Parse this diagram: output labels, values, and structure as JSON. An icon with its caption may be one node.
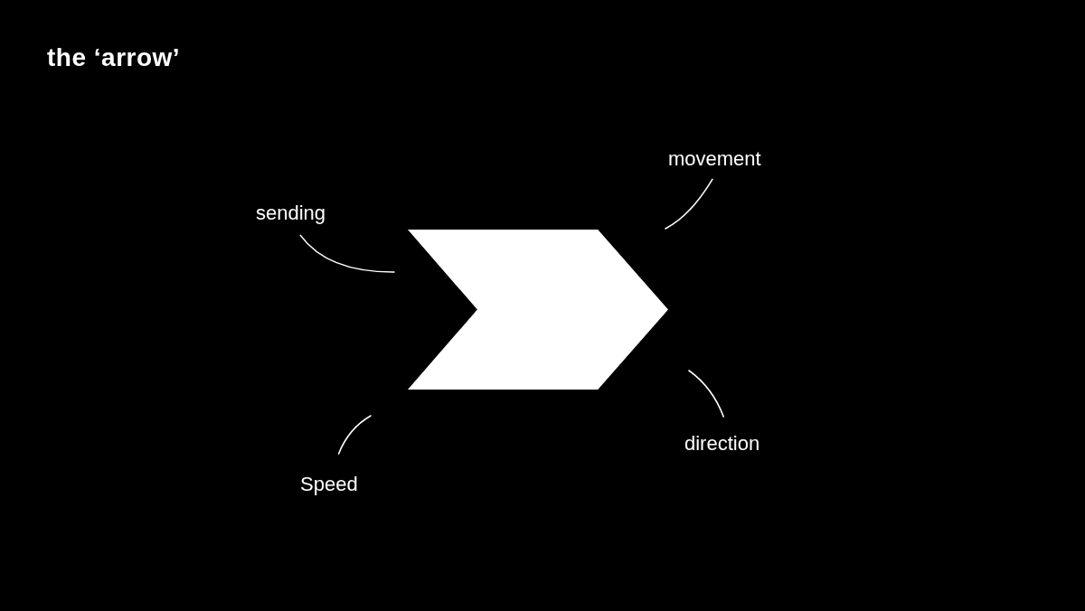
{
  "diagram": {
    "title": "the ‘arrow’",
    "nodes": [
      {
        "text": [
          "movement"
        ]
      },
      {
        "text": [
          "sending"
        ]
      },
      {
        "text": [],
        "shape": "chevron"
      },
      {
        "text": [
          "direction"
        ]
      },
      {
        "text": [
          "Speed"
        ]
      }
    ],
    "edges": [
      {
        "from": 0,
        "to": 2,
        "arrow": "none"
      },
      {
        "from": 1,
        "to": 2,
        "arrow": "none"
      },
      {
        "from": 3,
        "to": 2,
        "arrow": "none"
      },
      {
        "from": 4,
        "to": 2,
        "arrow": "none"
      }
    ]
  }
}
